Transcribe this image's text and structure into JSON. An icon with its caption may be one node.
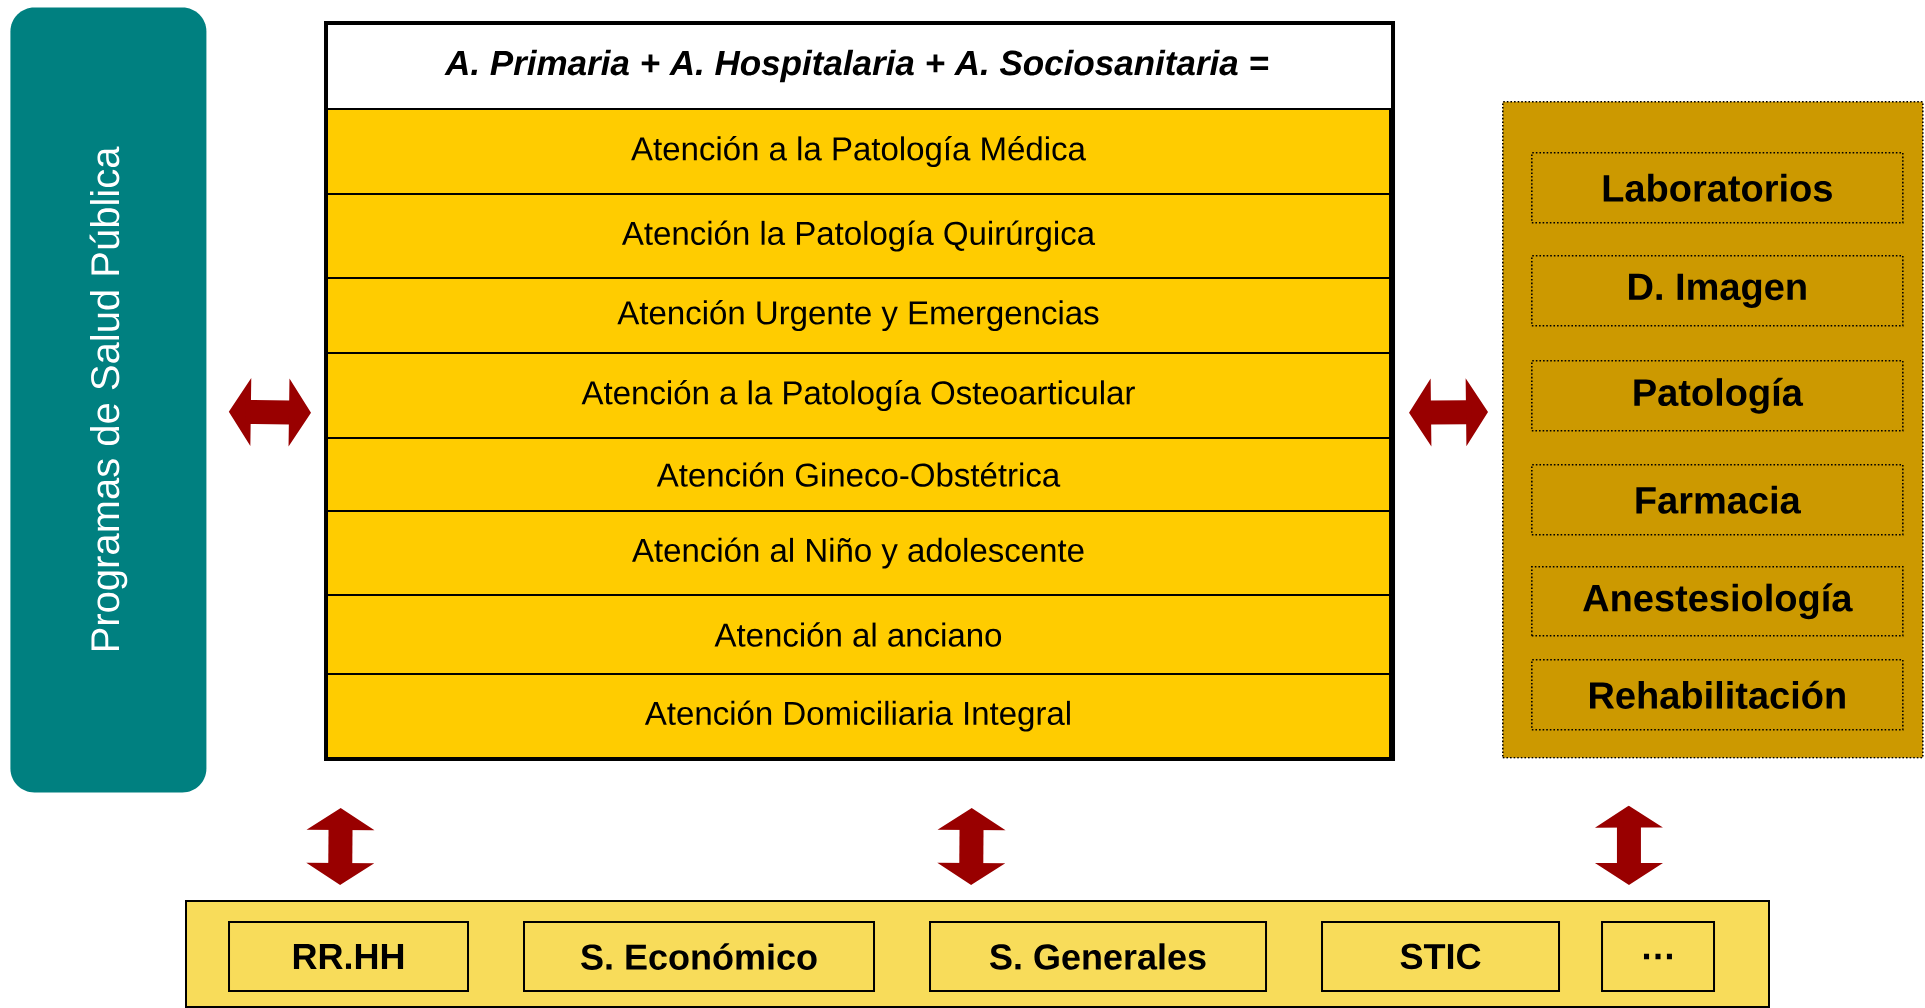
{
  "diagram": {
    "nodes": [
      {
        "text": [
          "Programas de Salud Pública"
        ]
      },
      {
        "text": [
          "A. Primaria  + A. Hospitalaria + A. Sociosanitaria ="
        ]
      },
      {
        "text": [
          "Atención a la Patología Médica"
        ],
        "in": 1
      },
      {
        "text": [
          "Atención la Patología Quirúrgica"
        ],
        "in": 1
      },
      {
        "text": [
          "Atención Urgente y Emergencias"
        ],
        "in": 1
      },
      {
        "text": [
          "Atención a la Patología Osteoarticular"
        ],
        "in": 1
      },
      {
        "text": [
          "Atención Gineco-Obstétrica"
        ],
        "in": 1
      },
      {
        "text": [
          "Atención al Niño y adolescente"
        ],
        "in": 1
      },
      {
        "text": [
          "Atención al anciano"
        ],
        "in": 1
      },
      {
        "text": [
          "Atención Domiciliaria Integral"
        ],
        "in": 1
      },
      {
        "text": [],
        "shape": "box"
      },
      {
        "text": [
          "Laboratorios"
        ],
        "in": 10
      },
      {
        "text": [
          "D. Imagen"
        ],
        "in": 10
      },
      {
        "text": [
          "Patología"
        ],
        "in": 10
      },
      {
        "text": [
          "Farmacia"
        ],
        "in": 10
      },
      {
        "text": [
          "Anestesiología"
        ],
        "in": 10
      },
      {
        "text": [
          "Rehabilitación"
        ],
        "in": 10
      },
      {
        "text": [],
        "shape": "box"
      },
      {
        "text": [
          "RR.HH"
        ],
        "in": 17
      },
      {
        "text": [
          "S. Económico"
        ],
        "in": 17
      },
      {
        "text": [
          "S. Generales"
        ],
        "in": 17
      },
      {
        "text": [
          "STIC"
        ],
        "in": 17
      },
      {
        "text": [
          "…"
        ],
        "in": 17
      }
    ],
    "edges": [
      {
        "from": 0,
        "to": 1,
        "arrow": "both"
      },
      {
        "from": 1,
        "to": 10,
        "arrow": "both"
      },
      {
        "from": 1,
        "to": 17,
        "arrow": "both"
      },
      {
        "from": 1,
        "to": 17,
        "arrow": "both"
      },
      {
        "from": 10,
        "to": 17,
        "arrow": "both"
      }
    ]
  }
}
